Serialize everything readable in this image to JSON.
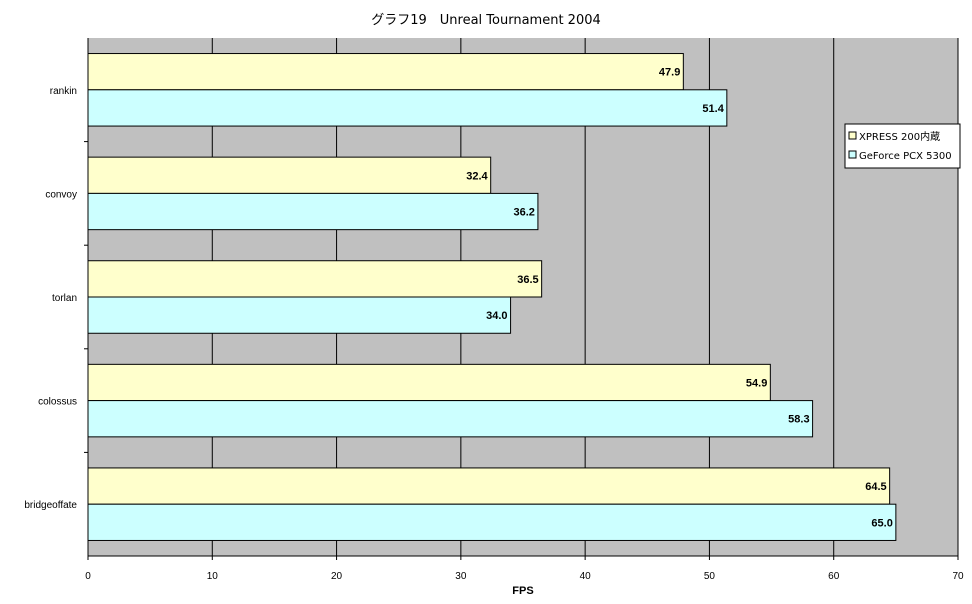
{
  "chart_data": {
    "type": "bar",
    "orientation": "horizontal",
    "title": "グラフ19　Unreal Tournament 2004",
    "xlabel": "FPS",
    "ylabel": "",
    "xlim": [
      0,
      70
    ],
    "x_ticks": [
      0,
      10,
      20,
      30,
      40,
      50,
      60,
      70
    ],
    "grid": true,
    "legend_position": "right",
    "categories": [
      "rankin",
      "convoy",
      "torlan",
      "colossus",
      "bridgeoffate"
    ],
    "series": [
      {
        "name": "XPRESS 200内蔵",
        "color": "#ffffcc",
        "values": [
          47.9,
          32.4,
          36.5,
          54.9,
          64.5
        ],
        "labels": [
          "47.9",
          "32.4",
          "36.5",
          "54.9",
          "64.5"
        ]
      },
      {
        "name": "GeForce PCX 5300",
        "color": "#ccffff",
        "values": [
          51.4,
          36.2,
          34.0,
          58.3,
          65.0
        ],
        "labels": [
          "51.4",
          "36.2",
          "34.0",
          "58.3",
          "65.0"
        ]
      }
    ],
    "plot_background": "#c0c0c0"
  }
}
